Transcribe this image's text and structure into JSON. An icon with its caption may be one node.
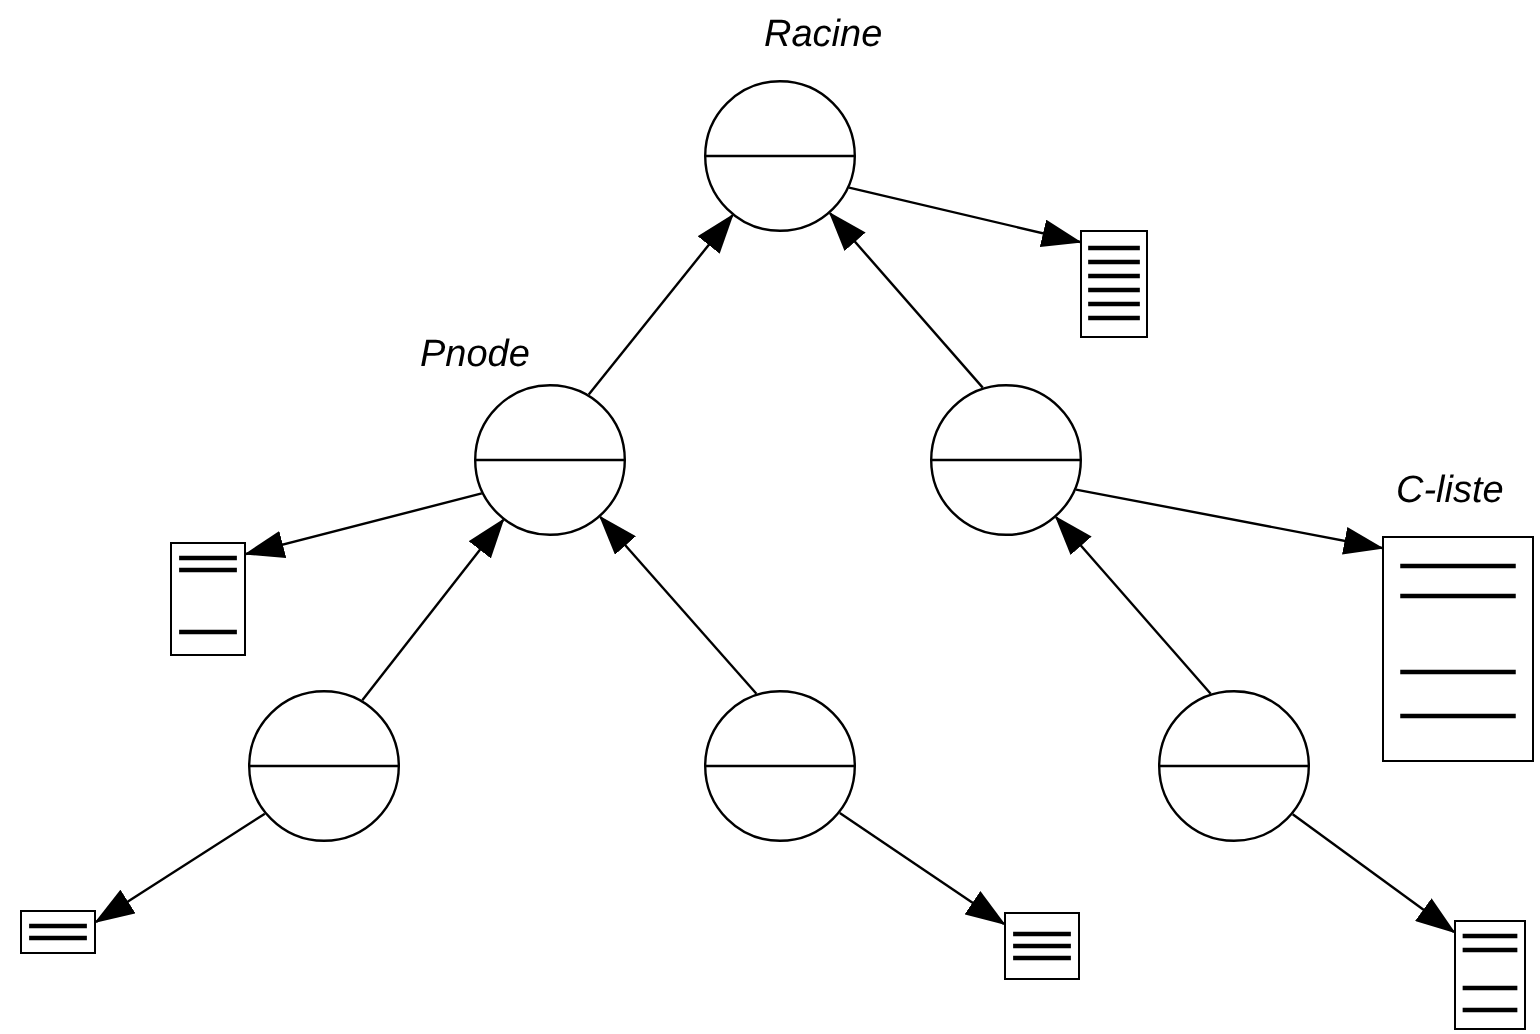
{
  "diagram": {
    "nodes": [
      {
        "text": [
          "Racine"
        ]
      },
      {
        "text": [],
        "shape": "box"
      },
      {
        "text": [
          "Pnode"
        ]
      },
      {
        "text": [],
        "shape": "circle"
      },
      {
        "text": [],
        "shape": "box"
      },
      {
        "text": [
          "C-liste"
        ]
      },
      {
        "text": [],
        "shape": "circle"
      },
      {
        "text": [],
        "shape": "circle"
      },
      {
        "text": [],
        "shape": "circle"
      },
      {
        "text": [],
        "shape": "box"
      },
      {
        "text": [],
        "shape": "box"
      },
      {
        "text": [],
        "shape": "box"
      }
    ],
    "edges": [
      {
        "from": 0,
        "to": 1,
        "arrow": "to"
      },
      {
        "from": 2,
        "to": 0,
        "arrow": "to"
      },
      {
        "from": 3,
        "to": 0,
        "arrow": "to"
      },
      {
        "from": 2,
        "to": 4,
        "arrow": "to"
      },
      {
        "from": 3,
        "to": 5,
        "arrow": "to"
      },
      {
        "from": 6,
        "to": 2,
        "arrow": "to"
      },
      {
        "from": 7,
        "to": 2,
        "arrow": "to"
      },
      {
        "from": 8,
        "to": 3,
        "arrow": "to"
      },
      {
        "from": 6,
        "to": 9,
        "arrow": "to"
      },
      {
        "from": 7,
        "to": 10,
        "arrow": "to"
      },
      {
        "from": 8,
        "to": 11,
        "arrow": "to"
      }
    ]
  }
}
